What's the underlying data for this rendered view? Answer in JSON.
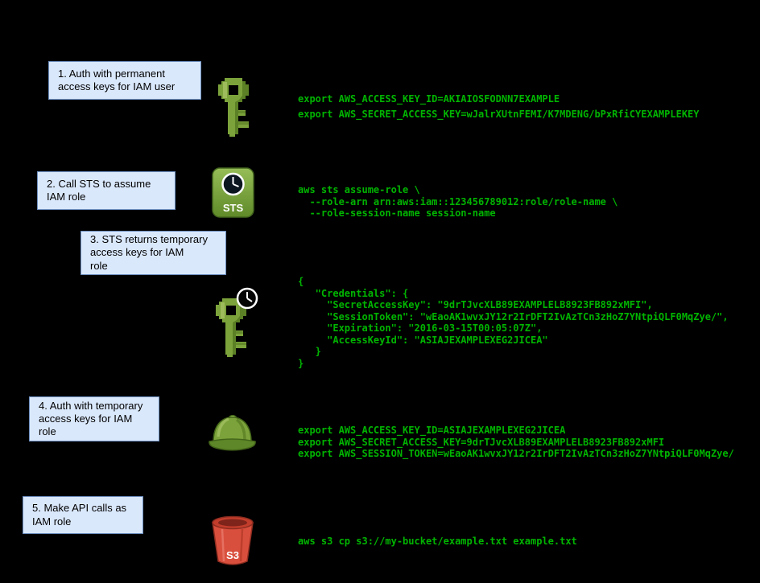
{
  "diagram": {
    "background_color": "#000000",
    "colors": {
      "callout_fill": "#dae8fc",
      "callout_border": "#6c8ebf",
      "callout_text": "#000000",
      "terminal_green": "#00b400",
      "aws_green": "#7ca33b",
      "aws_green_dark": "#567a22",
      "aws_green_light": "#a6c264",
      "s3_red": "#d94f3d",
      "s3_red_dark": "#8e2d20",
      "clock_face": "#0b1520",
      "clock_ring": "#ffffff"
    },
    "steps": [
      {
        "label": "1. Auth with permanent\naccess keys for IAM user",
        "icon": "permanent-access-key-icon",
        "code": "export AWS_ACCESS_KEY_ID=AKIAIOSFODNN7EXAMPLE\nexport AWS_SECRET_ACCESS_KEY=wJalrXUtnFEMI/K7MDENG/bPxRfiCYEXAMPLEKEY"
      },
      {
        "label": "2. Call STS to assume\nIAM role",
        "icon": "sts-service-icon",
        "code": "aws sts assume-role \\\n  --role-arn arn:aws:iam::123456789012:role/role-name \\\n  --role-session-name session-name"
      },
      {
        "label": "3. STS returns temporary\naccess keys for IAM\nrole",
        "icon": "temporary-access-key-icon",
        "code": "{\n   \"Credentials\": {\n     \"SecretAccessKey\": \"9drTJvcXLB89EXAMPLELB8923FB892xMFI\",\n     \"SessionToken\": \"wEaoAK1wvxJY12r2IrDFT2IvAzTCn3zHoZ7YNtpiQLF0MqZye/\",\n     \"Expiration\": \"2016-03-15T00:05:07Z\",\n     \"AccessKeyId\": \"ASIAJEXAMPLEXEG2JICEA\"\n   }\n}"
      },
      {
        "label": "4. Auth with temporary\naccess keys for IAM\nrole",
        "icon": "iam-role-helmet-icon",
        "code": "export AWS_ACCESS_KEY_ID=ASIAJEXAMPLEXEG2JICEA\nexport AWS_SECRET_ACCESS_KEY=9drTJvcXLB89EXAMPLELB8923FB892xMFI\nexport AWS_SESSION_TOKEN=wEaoAK1wvxJY12r2IrDFT2IvAzTCn3zHoZ7YNtpiQLF0MqZye/"
      },
      {
        "label": "5. Make API calls as\nIAM role",
        "icon": "s3-bucket-icon",
        "code": "aws s3 cp s3://my-bucket/example.txt example.txt"
      }
    ],
    "sts_label": "STS",
    "s3_label": "S3"
  }
}
